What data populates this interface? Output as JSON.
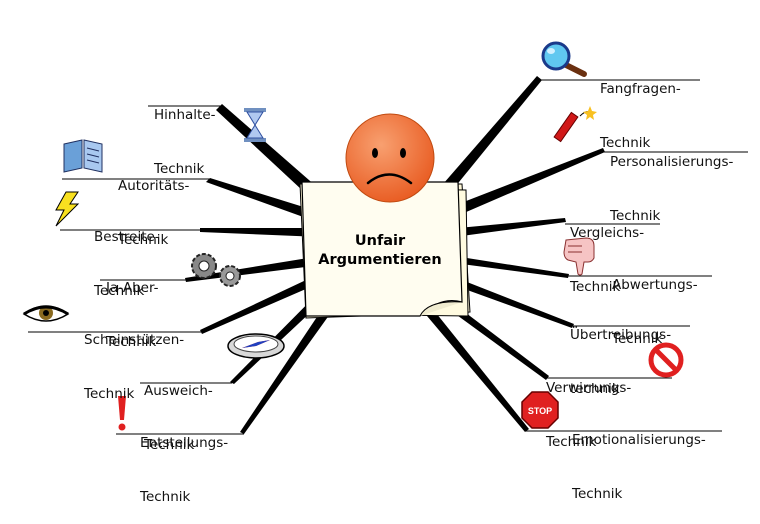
{
  "center": {
    "line1": "Unfair",
    "line2": "Argumentieren"
  },
  "branches": [
    {
      "id": "hinhalte",
      "line1": "Hinhalte-",
      "line2": "Technik",
      "icon": "hourglass-icon"
    },
    {
      "id": "autoritaets",
      "line1": "Autoritäts-",
      "line2": "Technik",
      "icon": "book-icon"
    },
    {
      "id": "bestreite",
      "line1": "Bestreite-",
      "line2": "Technik",
      "icon": "lightning-icon"
    },
    {
      "id": "ja-aber",
      "line1": "Ja-Aber-",
      "line2": "Technik",
      "icon": "gears-icon"
    },
    {
      "id": "scheinstuetzen",
      "line1": "Scheinstützen-",
      "line2": "Technik",
      "icon": "eye-icon"
    },
    {
      "id": "ausweich",
      "line1": "Ausweich-",
      "line2": "Technik",
      "icon": "compass-icon"
    },
    {
      "id": "entstellungs",
      "line1": "Entstellungs-",
      "line2": "Technik",
      "icon": "exclamation-icon"
    },
    {
      "id": "fangfragen",
      "line1": "Fangfragen-",
      "line2": "Technik",
      "icon": "magnifier-icon"
    },
    {
      "id": "personalisierungs",
      "line1": "Personalisierungs-",
      "line2": "Technik",
      "icon": "dynamite-icon"
    },
    {
      "id": "vergleichs",
      "line1": "Vergleichs-",
      "line2": "Technik",
      "icon": ""
    },
    {
      "id": "abwertungs",
      "line1": "Abwertungs-",
      "line2": "Technik",
      "icon": "thumbs-down-icon"
    },
    {
      "id": "uebertreibungs",
      "line1": "Übertreibungs-",
      "line2": "technik",
      "icon": ""
    },
    {
      "id": "verwirrungs",
      "line1": "Verwirrungs-",
      "line2": "Technik",
      "icon": "prohibited-icon"
    },
    {
      "id": "emotionalisierungs",
      "line1": "Emotionalisierungs-",
      "line2": "Technik",
      "icon": "stop-sign-icon",
      "icon_text": "STOP"
    }
  ],
  "colors": {
    "branch": "#000000",
    "face": "#f07030",
    "note": "#fffbe0",
    "stop": "#e02020"
  }
}
